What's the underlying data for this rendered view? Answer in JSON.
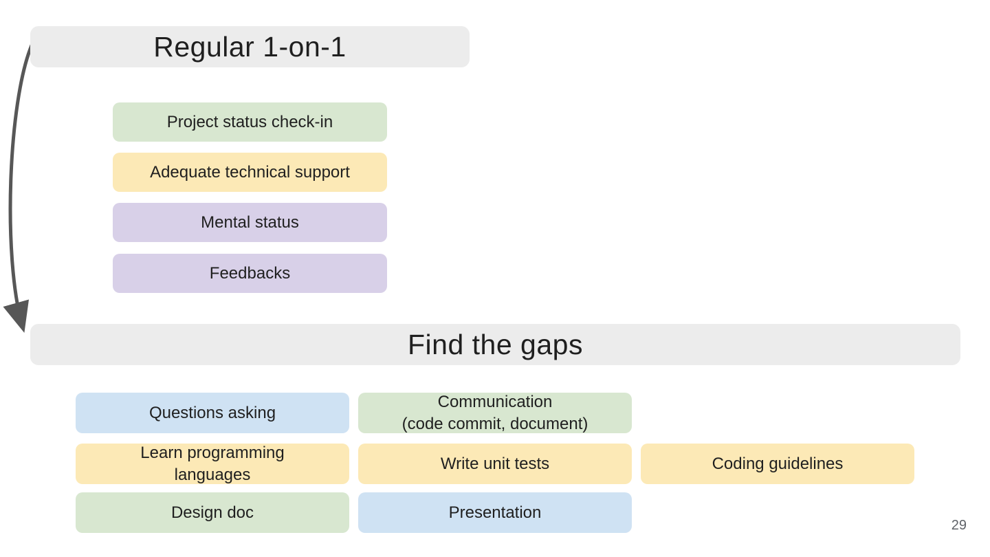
{
  "slide": {
    "page_number": "29",
    "colors": {
      "header_bg": "#ececec",
      "green": "#d8e7d0",
      "yellow": "#fce9b6",
      "purple": "#d8d0e8",
      "blue": "#cfe2f3",
      "arrow": "#575757",
      "text": "#1f1f1f",
      "page_number": "#5f6368"
    },
    "arrow": {
      "name": "curved-arrow-from-regular-1-on-1-to-find-the-gaps"
    },
    "section1": {
      "title": "Regular 1-on-1",
      "items": [
        {
          "label": "Project status check-in",
          "color": "green"
        },
        {
          "label": "Adequate technical support",
          "color": "yellow"
        },
        {
          "label": "Mental status",
          "color": "purple"
        },
        {
          "label": "Feedbacks",
          "color": "purple"
        }
      ]
    },
    "section2": {
      "title": "Find the gaps",
      "cells": [
        {
          "label": "Questions asking",
          "color": "blue"
        },
        {
          "label": "Communication\n(code commit, document)",
          "color": "green"
        },
        {
          "label": "Learn programming\nlanguages",
          "color": "yellow"
        },
        {
          "label": "Write unit tests",
          "color": "yellow"
        },
        {
          "label": "Coding guidelines",
          "color": "yellow"
        },
        {
          "label": "Design doc",
          "color": "green"
        },
        {
          "label": "Presentation",
          "color": "blue"
        }
      ]
    }
  }
}
